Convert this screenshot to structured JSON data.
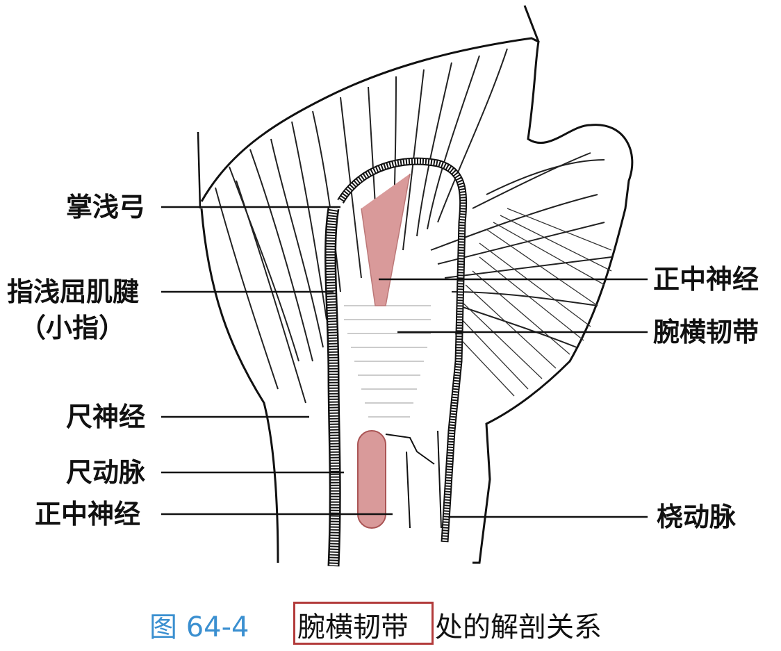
{
  "labels_left": {
    "palmar_arch": "掌浅弓",
    "fds_tendon": "指浅屈肌腱",
    "fds_tendon_sub": "（小指）",
    "ulnar_nerve": "尺神经",
    "ulnar_artery": "尺动脉",
    "median_nerve": "正中神经"
  },
  "labels_right": {
    "median_nerve": "正中神经",
    "transverse_carpal_ligament": "腕横韧带",
    "radial_artery": "桡动脉"
  },
  "caption": {
    "figure_number": "图 64-4",
    "highlight": "腕横韧带",
    "rest": "处的解剖关系"
  },
  "colors": {
    "figure_number": "#3a8fd0",
    "highlight_border": "#b23a3a",
    "nerve_fill": "#d99a9a"
  }
}
